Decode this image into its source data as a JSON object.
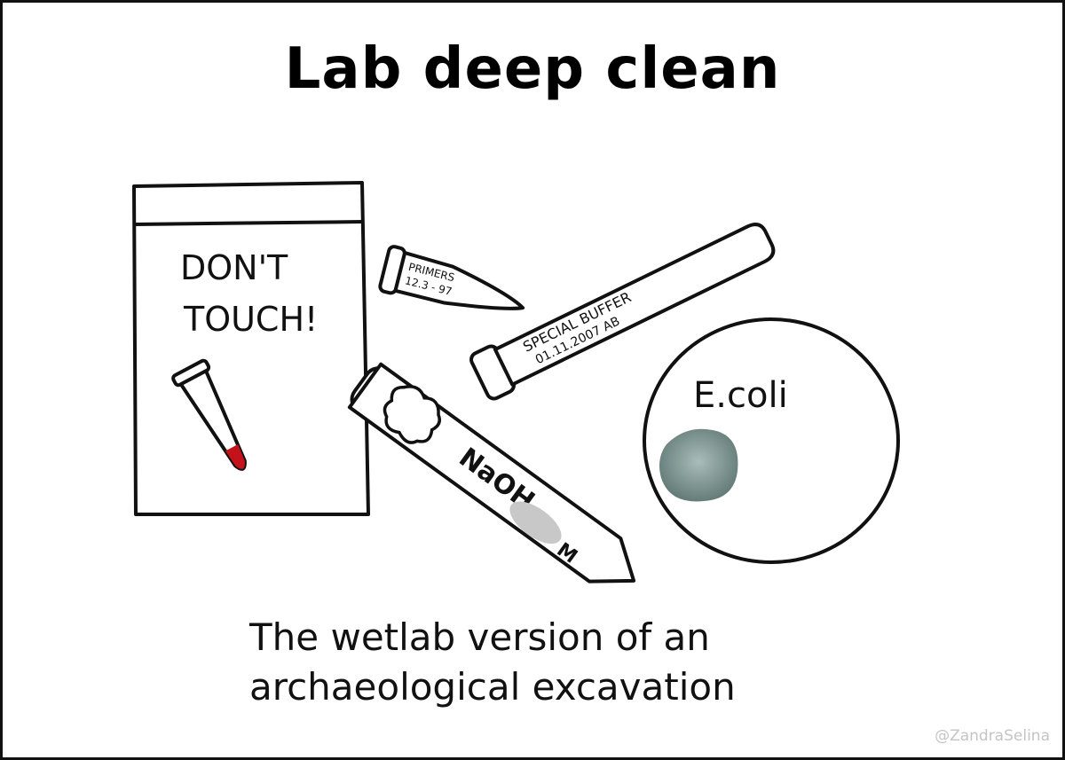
{
  "title": "Lab deep clean",
  "caption": {
    "line1": "The wetlab version of an",
    "line2": "archaeological excavation"
  },
  "watermark": "@ZandraSelina",
  "items": {
    "bag": {
      "line1": "DON'T",
      "line2": "TOUCH!"
    },
    "primers_tube": {
      "line1": "PRIMERS",
      "line2": "12.3 - 97"
    },
    "buffer_tube": {
      "line1": "SPECIAL BUFFER",
      "line2": "01.11.2007 AB"
    },
    "naoh_tube": {
      "label": "NaOH",
      "unit": "M"
    },
    "petri_dish": {
      "label": "E.coli"
    }
  },
  "colors": {
    "outline": "#111111",
    "blood_red": "#c4121a",
    "smudge_gray": "#c8c8c8",
    "colony_center": "#9db3b0",
    "colony_edge": "#5f7673",
    "watermark": "#c4c4c4"
  }
}
